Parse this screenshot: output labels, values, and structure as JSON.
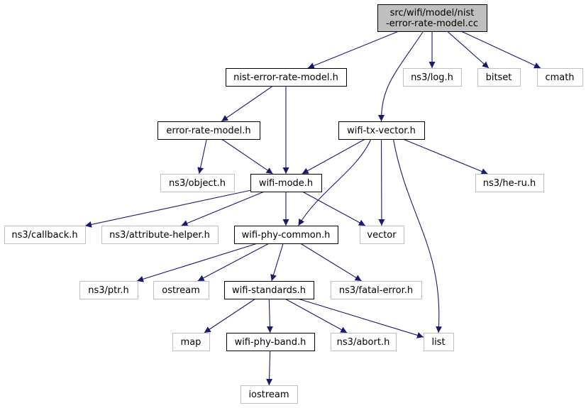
{
  "colors": {
    "edge": "#191970",
    "root_fill": "#bfbfbf",
    "root_stroke": "#000000",
    "internal_stroke": "#000000",
    "external_stroke": "#bfbfbf",
    "background": "#ffffff"
  },
  "nodes": [
    {
      "id": "root",
      "label_lines": [
        "src/wifi/model/nist",
        "-error-rate-model.cc"
      ],
      "kind": "root"
    },
    {
      "id": "nist_h",
      "label_lines": [
        "nist-error-rate-model.h"
      ],
      "kind": "internal"
    },
    {
      "id": "ns3_log",
      "label_lines": [
        "ns3/log.h"
      ],
      "kind": "external"
    },
    {
      "id": "bitset",
      "label_lines": [
        "bitset"
      ],
      "kind": "external"
    },
    {
      "id": "cmath",
      "label_lines": [
        "cmath"
      ],
      "kind": "external"
    },
    {
      "id": "err_h",
      "label_lines": [
        "error-rate-model.h"
      ],
      "kind": "internal"
    },
    {
      "id": "txvec_h",
      "label_lines": [
        "wifi-tx-vector.h"
      ],
      "kind": "internal"
    },
    {
      "id": "ns3_object",
      "label_lines": [
        "ns3/object.h"
      ],
      "kind": "external"
    },
    {
      "id": "mode_h",
      "label_lines": [
        "wifi-mode.h"
      ],
      "kind": "internal"
    },
    {
      "id": "ns3_heru",
      "label_lines": [
        "ns3/he-ru.h"
      ],
      "kind": "external"
    },
    {
      "id": "ns3_callback",
      "label_lines": [
        "ns3/callback.h"
      ],
      "kind": "external"
    },
    {
      "id": "ns3_attr",
      "label_lines": [
        "ns3/attribute-helper.h"
      ],
      "kind": "external"
    },
    {
      "id": "phycommon_h",
      "label_lines": [
        "wifi-phy-common.h"
      ],
      "kind": "internal"
    },
    {
      "id": "vector",
      "label_lines": [
        "vector"
      ],
      "kind": "external"
    },
    {
      "id": "ns3_ptr",
      "label_lines": [
        "ns3/ptr.h"
      ],
      "kind": "external"
    },
    {
      "id": "ostream",
      "label_lines": [
        "ostream"
      ],
      "kind": "external"
    },
    {
      "id": "standards_h",
      "label_lines": [
        "wifi-standards.h"
      ],
      "kind": "internal"
    },
    {
      "id": "ns3_fatal",
      "label_lines": [
        "ns3/fatal-error.h"
      ],
      "kind": "external"
    },
    {
      "id": "map",
      "label_lines": [
        "map"
      ],
      "kind": "external"
    },
    {
      "id": "band_h",
      "label_lines": [
        "wifi-phy-band.h"
      ],
      "kind": "internal"
    },
    {
      "id": "ns3_abort",
      "label_lines": [
        "ns3/abort.h"
      ],
      "kind": "external"
    },
    {
      "id": "list",
      "label_lines": [
        "list"
      ],
      "kind": "external"
    },
    {
      "id": "iostream",
      "label_lines": [
        "iostream"
      ],
      "kind": "external"
    }
  ],
  "edges": [
    {
      "from": "root",
      "to": "nist_h"
    },
    {
      "from": "root",
      "to": "ns3_log"
    },
    {
      "from": "root",
      "to": "bitset"
    },
    {
      "from": "root",
      "to": "cmath"
    },
    {
      "from": "root",
      "to": "txvec_h"
    },
    {
      "from": "nist_h",
      "to": "err_h"
    },
    {
      "from": "nist_h",
      "to": "mode_h"
    },
    {
      "from": "err_h",
      "to": "ns3_object"
    },
    {
      "from": "err_h",
      "to": "mode_h"
    },
    {
      "from": "txvec_h",
      "to": "mode_h"
    },
    {
      "from": "txvec_h",
      "to": "ns3_heru"
    },
    {
      "from": "txvec_h",
      "to": "phycommon_h"
    },
    {
      "from": "txvec_h",
      "to": "vector"
    },
    {
      "from": "txvec_h",
      "to": "list"
    },
    {
      "from": "mode_h",
      "to": "ns3_callback"
    },
    {
      "from": "mode_h",
      "to": "ns3_attr"
    },
    {
      "from": "mode_h",
      "to": "phycommon_h"
    },
    {
      "from": "mode_h",
      "to": "vector"
    },
    {
      "from": "phycommon_h",
      "to": "ns3_ptr"
    },
    {
      "from": "phycommon_h",
      "to": "ostream"
    },
    {
      "from": "phycommon_h",
      "to": "standards_h"
    },
    {
      "from": "phycommon_h",
      "to": "ns3_fatal"
    },
    {
      "from": "standards_h",
      "to": "map"
    },
    {
      "from": "standards_h",
      "to": "band_h"
    },
    {
      "from": "standards_h",
      "to": "ns3_abort"
    },
    {
      "from": "standards_h",
      "to": "list"
    },
    {
      "from": "band_h",
      "to": "iostream"
    }
  ]
}
